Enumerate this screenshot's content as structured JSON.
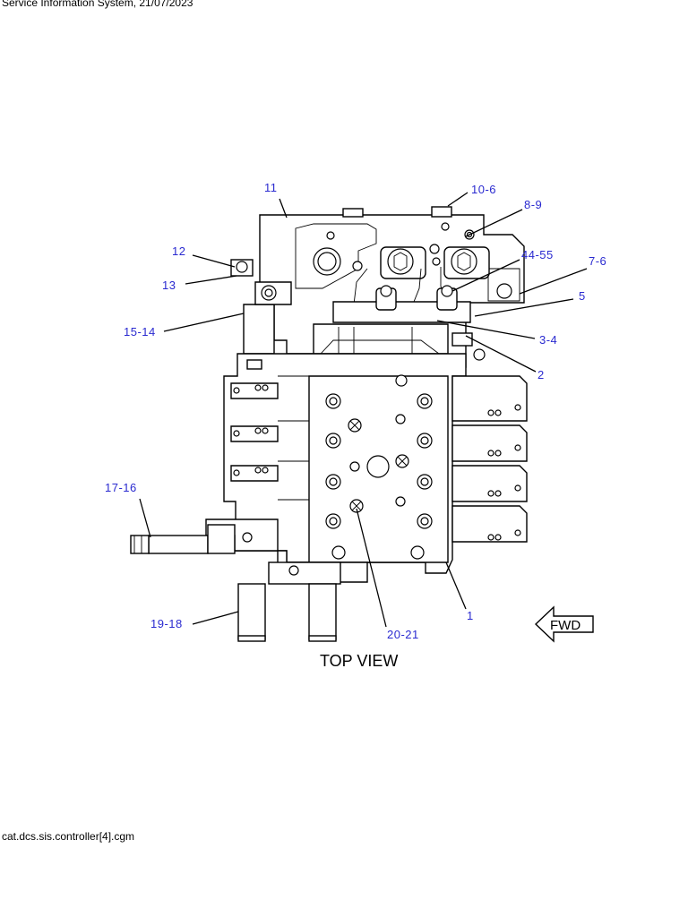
{
  "header": {
    "text": "Service Information System, 21/07/2023"
  },
  "footer": {
    "text": "cat.dcs.sis.controller[4].cgm"
  },
  "diagram": {
    "view_title": "TOP VIEW",
    "direction_label": "FWD",
    "callouts": {
      "c11": "11",
      "c10_6": "10-6",
      "c8_9": "8-9",
      "c12": "12",
      "c13": "13",
      "c44_55": "44-55",
      "c7_6": "7-6",
      "c5": "5",
      "c15_14": "15-14",
      "c3_4": "3-4",
      "c2": "2",
      "c17_16": "17-16",
      "c1": "1",
      "c19_18": "19-18",
      "c20_21": "20-21"
    },
    "colors": {
      "callout": "#2a2ad0",
      "line": "#000000"
    }
  }
}
